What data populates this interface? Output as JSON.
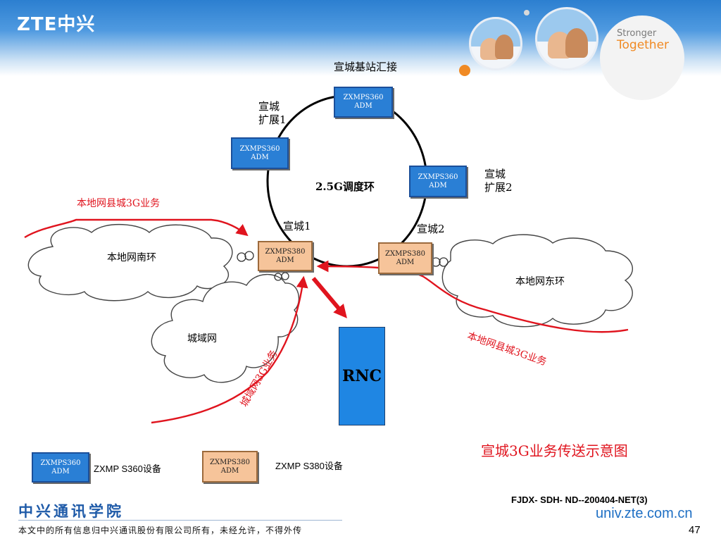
{
  "header": {
    "logo_text": "ZTE中兴",
    "slogan_line1": "Stronger",
    "slogan_line2": "Together"
  },
  "diagram": {
    "ring_label": "2.5G调度环",
    "node_top_label": "宣城基站汇接",
    "node_ext1_label": "宣城\n扩展1",
    "node_ext2_label": "宣城\n扩展2",
    "node_xc1_label": "宣城1",
    "node_xc2_label": "宣城2",
    "device_s360": {
      "model": "ZXMPS360",
      "type": "ADM"
    },
    "device_s380": {
      "model": "ZXMPS380",
      "type": "ADM"
    },
    "cloud_south": "本地网南环",
    "cloud_east": "本地网东环",
    "cloud_metro": "城域网",
    "rnc": "RNC",
    "flow_top": "本地网县城3G业务",
    "flow_east": "本地网县城3G业务",
    "flow_metro": "城域网3G业务",
    "title": "宣城3G业务传送示意图"
  },
  "legend": {
    "s360_text": "ZXMP S360设备",
    "s380_text": "ZXMP S380设备"
  },
  "footer": {
    "school": "中兴通讯学院",
    "copyright": "本文中的所有信息归中兴通讯股份有限公司所有，未经允许，不得外传",
    "doc_code": "FJDX- SDH- ND--200404-NET(3)",
    "url": "univ.zte.com.cn",
    "page": "47"
  },
  "colors": {
    "s360": "#2a7fd5",
    "s380": "#f6c49a",
    "flow": "#e0141e",
    "rnc": "#1f86e3"
  }
}
